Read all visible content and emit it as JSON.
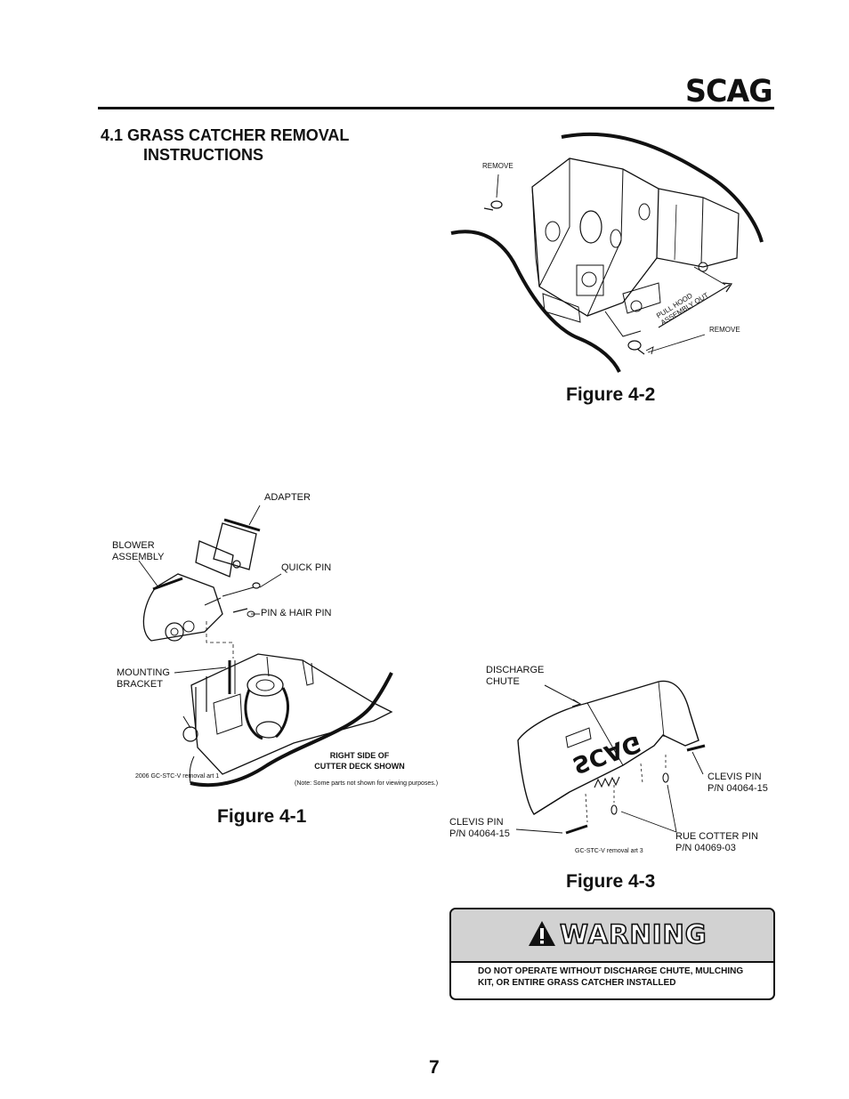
{
  "header": {
    "brand": "SCAG"
  },
  "section": {
    "line1": "4.1 GRASS CATCHER REMOVAL",
    "line2": "INSTRUCTIONS"
  },
  "figure2": {
    "label": "Figure 4-2",
    "remove_top": "REMOVE",
    "pull_hood_1": "PULL HOOD",
    "pull_hood_2": "ASSEMBLY OUT",
    "remove_bottom": "REMOVE"
  },
  "figure1": {
    "label": "Figure 4-1",
    "adapter": "ADAPTER",
    "blower_1": "BLOWER",
    "blower_2": "ASSEMBLY",
    "quick_pin": "QUICK PIN",
    "pin_hair": "PIN & HAIR PIN",
    "mounting_1": "MOUNTING",
    "mounting_2": "BRACKET",
    "right_side_1": "RIGHT SIDE OF",
    "right_side_2": "CUTTER DECK SHOWN",
    "note": "(Note: Some parts not shown for viewing purposes.)",
    "art_id": "2006 GC-STC-V removal art 1"
  },
  "figure3": {
    "label": "Figure 4-3",
    "discharge_1": "DISCHARGE",
    "discharge_2": "CHUTE",
    "clevis_r_1": "CLEVIS PIN",
    "clevis_r_2": "P/N 04064-15",
    "clevis_l_1": "CLEVIS PIN",
    "clevis_l_2": "P/N 04064-15",
    "rue_1": "RUE COTTER PIN",
    "rue_2": "P/N 04069-03",
    "art_id": "GC-STC-V removal art 3",
    "chute_logo": "SCAG"
  },
  "warning": {
    "title": "WARNING",
    "line1": "DO NOT OPERATE WITHOUT DISCHARGE CHUTE, MULCHING",
    "line2": "KIT, OR ENTIRE GRASS CATCHER INSTALLED"
  },
  "page": {
    "number": "7"
  }
}
